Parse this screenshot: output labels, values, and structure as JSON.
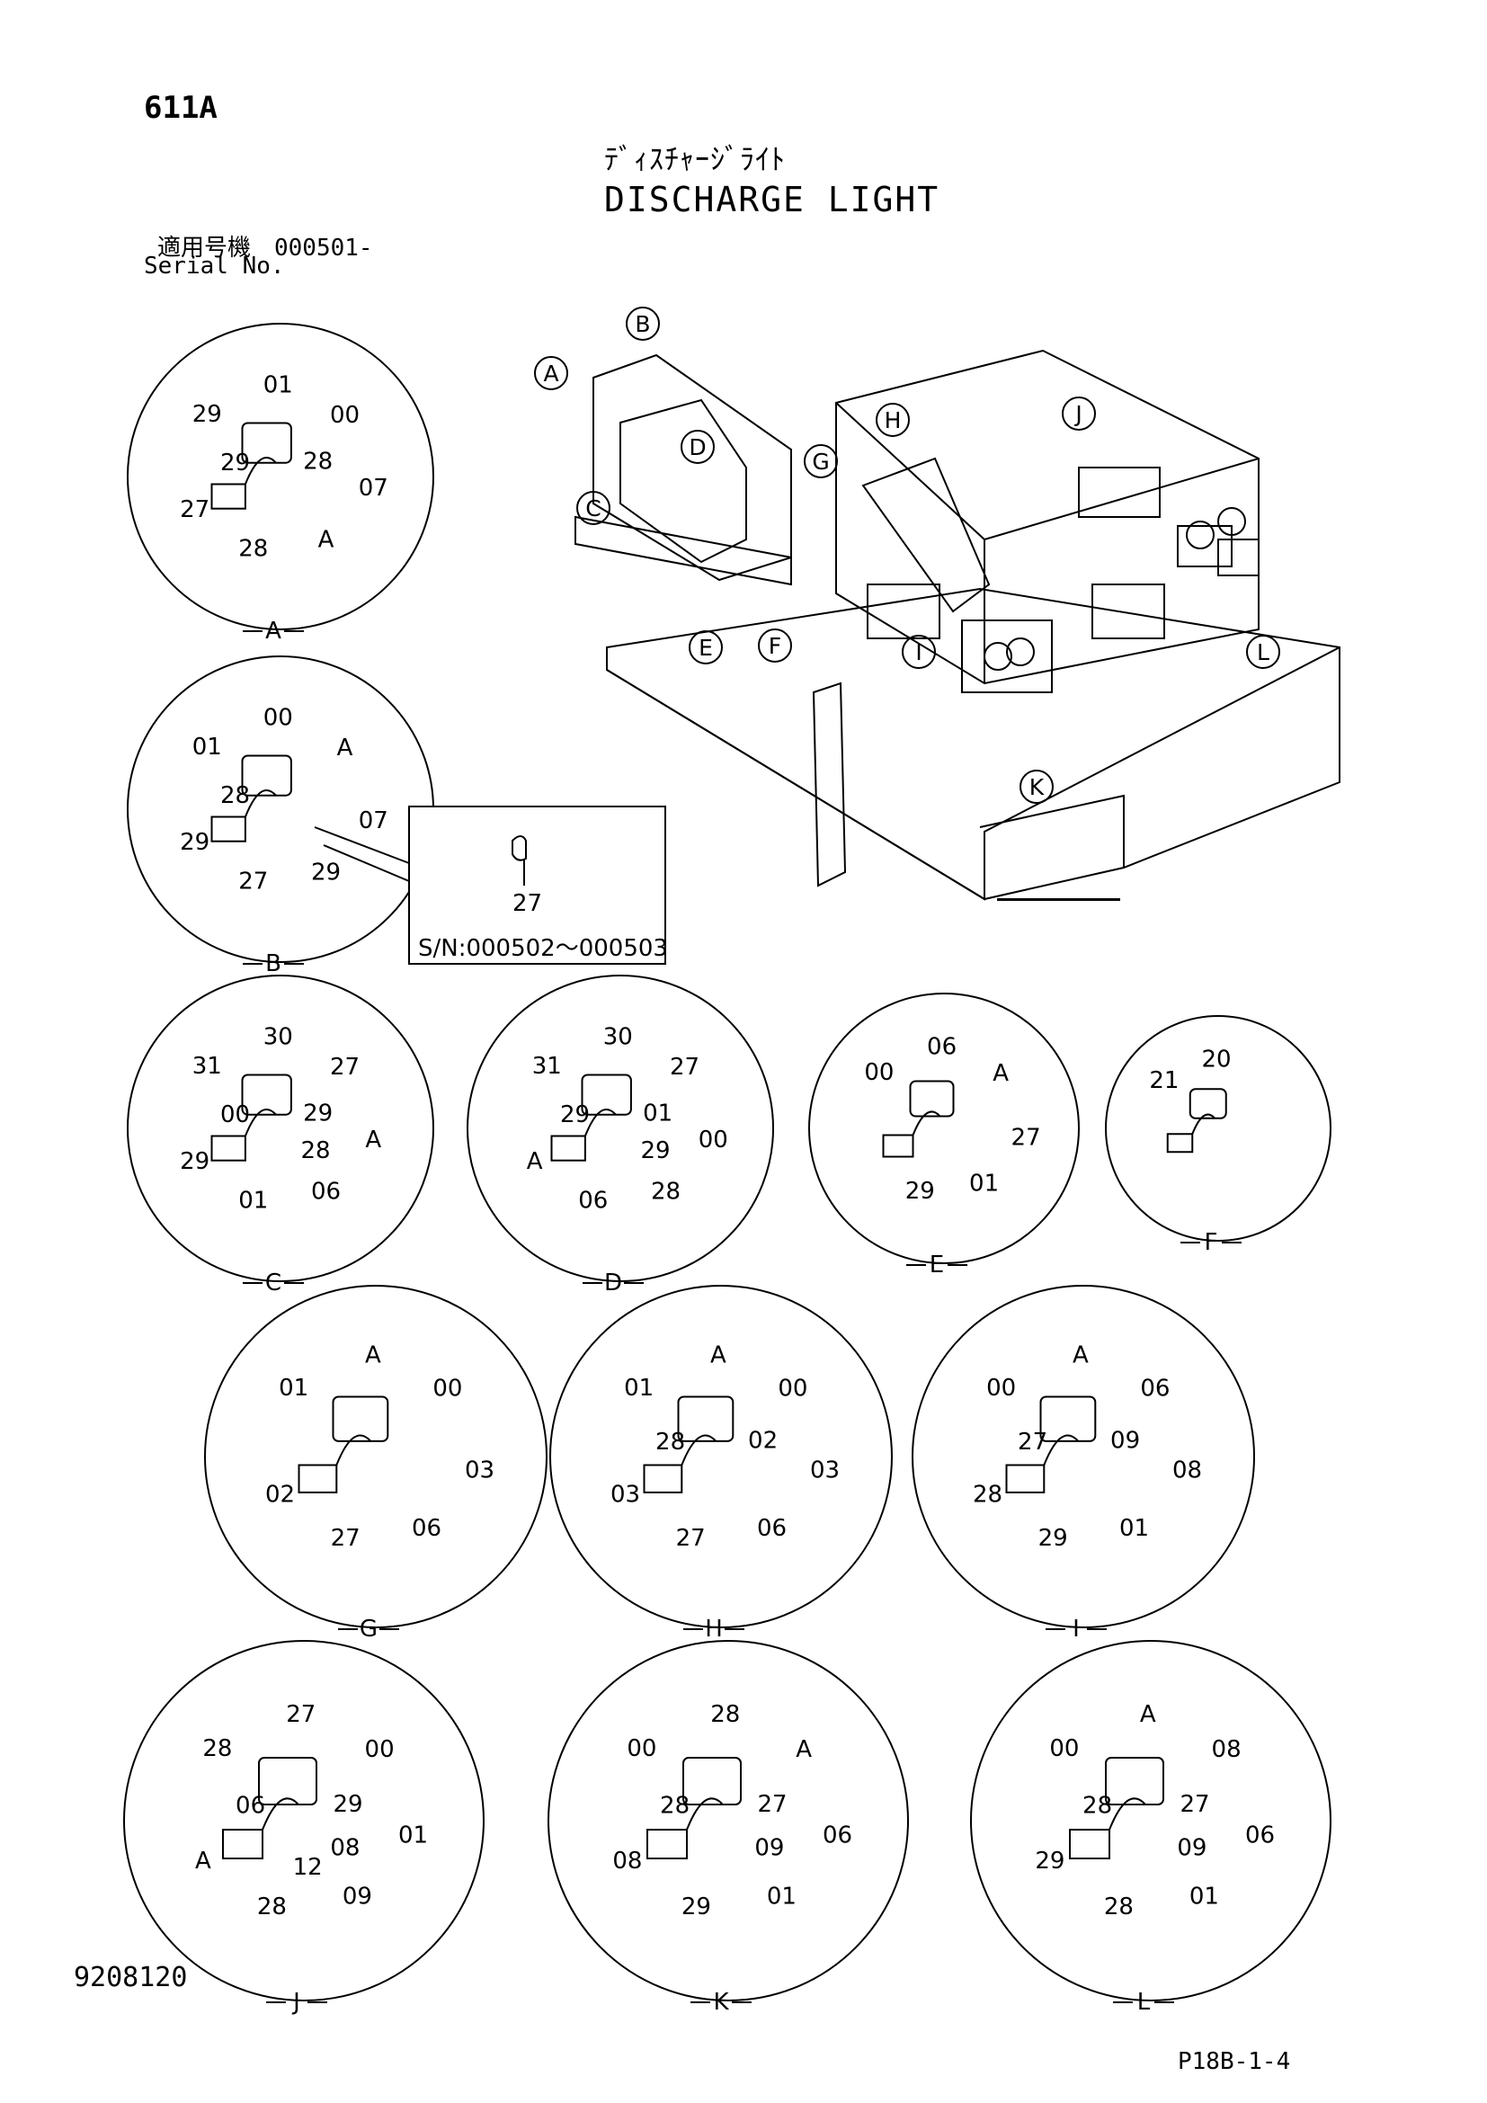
{
  "page_code": "611A",
  "title_jp": "ﾃﾞｨｽﾁｬｰｼﾞﾗｲﾄ",
  "title_en": "DISCHARGE LIGHT",
  "serial_jp": "適用号機　000501-",
  "serial_en": "Serial No.",
  "overview_callouts": [
    "A",
    "B",
    "C",
    "D",
    "E",
    "F",
    "G",
    "H",
    "I",
    "J",
    "K",
    "L"
  ],
  "details": [
    {
      "id": "A",
      "parts": [
        "29",
        "01",
        "00",
        "07",
        "A",
        "28",
        "27",
        "29",
        "28"
      ]
    },
    {
      "id": "B",
      "parts": [
        "01",
        "00",
        "A",
        "07",
        "29",
        "27",
        "29",
        "28"
      ],
      "inset": {
        "part": "27",
        "serial_range": "S/N:000502～000503"
      }
    },
    {
      "id": "C",
      "parts": [
        "31",
        "30",
        "27",
        "A",
        "06",
        "01",
        "29",
        "00",
        "29",
        "28"
      ]
    },
    {
      "id": "D",
      "parts": [
        "31",
        "30",
        "27",
        "00",
        "28",
        "06",
        "A",
        "29",
        "01",
        "29"
      ]
    },
    {
      "id": "E",
      "parts": [
        "00",
        "06",
        "A",
        "27",
        "01",
        "29"
      ]
    },
    {
      "id": "F",
      "parts": [
        "21",
        "20"
      ]
    },
    {
      "id": "G",
      "parts": [
        "01",
        "A",
        "00",
        "03",
        "06",
        "27",
        "02"
      ]
    },
    {
      "id": "H",
      "parts": [
        "01",
        "A",
        "00",
        "03",
        "06",
        "27",
        "03",
        "28",
        "02"
      ]
    },
    {
      "id": "I",
      "parts": [
        "00",
        "A",
        "06",
        "08",
        "01",
        "29",
        "28",
        "27",
        "09"
      ]
    },
    {
      "id": "J",
      "parts": [
        "28",
        "27",
        "00",
        "01",
        "09",
        "28",
        "A",
        "06",
        "29",
        "08",
        "12"
      ]
    },
    {
      "id": "K",
      "parts": [
        "00",
        "28",
        "A",
        "06",
        "01",
        "29",
        "08",
        "28",
        "27",
        "09"
      ]
    },
    {
      "id": "L",
      "parts": [
        "00",
        "A",
        "08",
        "06",
        "01",
        "28",
        "29",
        "28",
        "27",
        "09"
      ]
    }
  ],
  "doc_number": "9208120",
  "page_ref": "P18B-1-4"
}
